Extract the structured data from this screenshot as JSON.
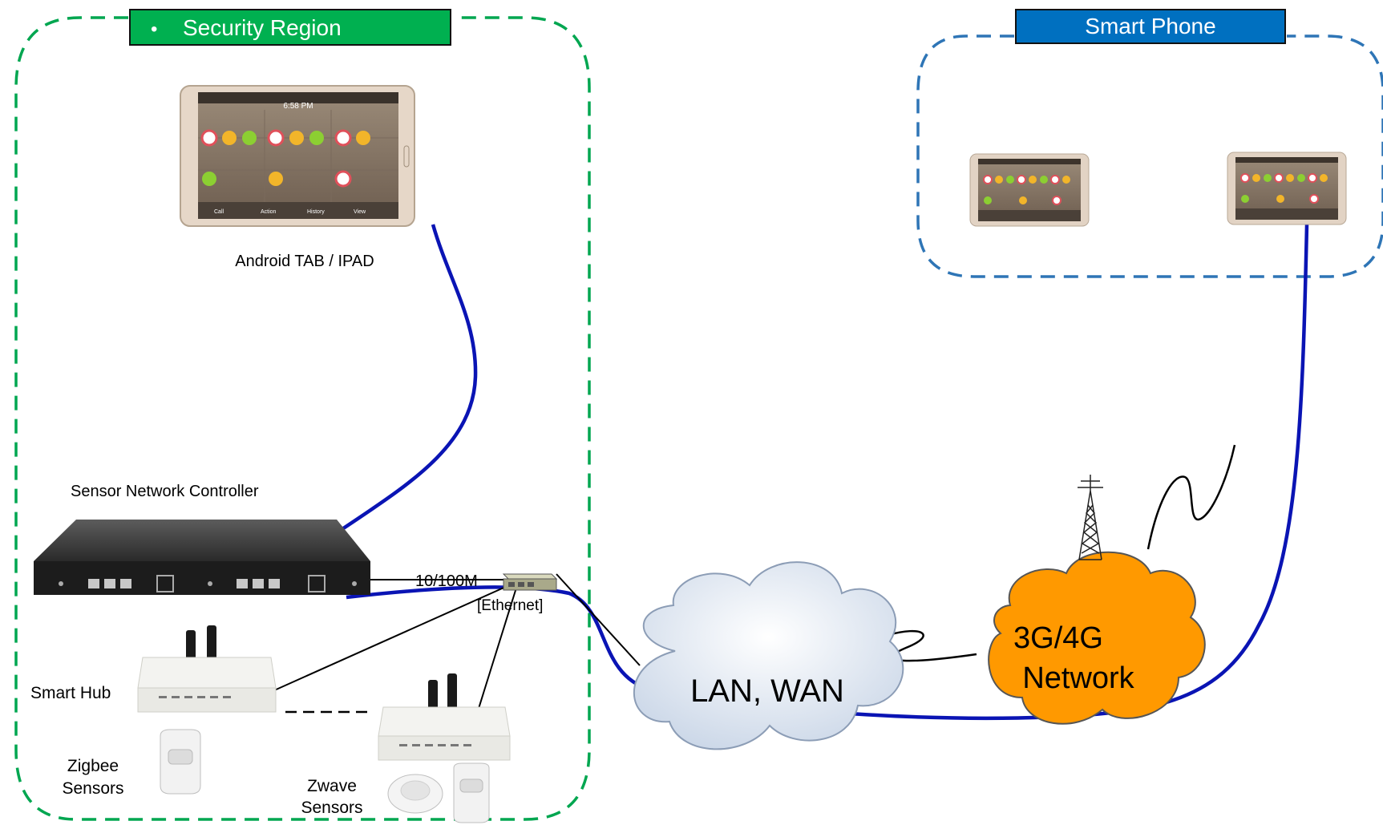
{
  "regions": {
    "security": {
      "title": "Security Region",
      "bullet": "•",
      "header_color": "#00b050",
      "border_color": "#00a650"
    },
    "smartphone": {
      "title": "Smart Phone",
      "header_color": "#0070c0",
      "border_color": "#2e75b6"
    }
  },
  "labels": {
    "tablet": "Android TAB / IPAD",
    "controller": "Sensor Network Controller",
    "ethernet_speed": "10/100M",
    "ethernet_type": "[Ethernet]",
    "smart_hub": "Smart Hub",
    "zigbee_line1": "Zigbee",
    "zigbee_line2": "Sensors",
    "zwave_line1": "Zwave",
    "zwave_line2": "Sensors",
    "cloud": "LAN, WAN",
    "mobile_line1": "3G/4G",
    "mobile_line2": "Network"
  },
  "tablet_screen": {
    "time": "6:58 PM",
    "dock": [
      "Call",
      "Action",
      "History",
      "View"
    ]
  },
  "colors": {
    "link_blue": "#0a14b4",
    "cloud_fill": "#dfe7f1",
    "network_fill": "#ff9900",
    "device_shell": "#d8c6b4"
  }
}
